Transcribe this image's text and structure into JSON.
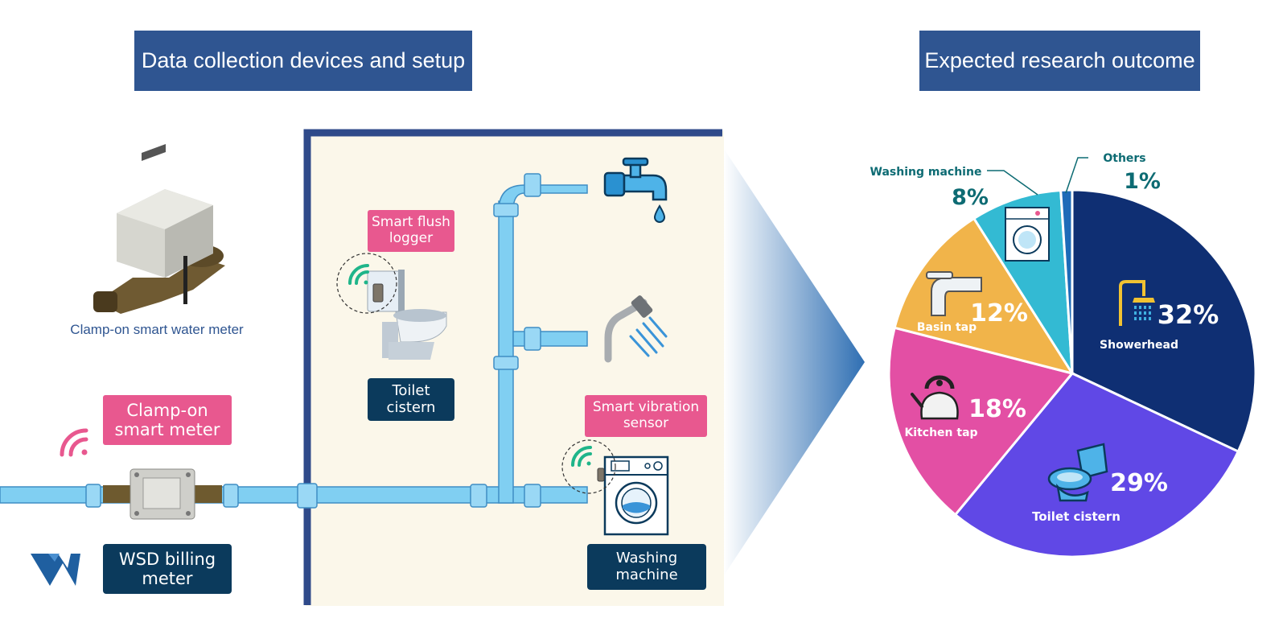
{
  "headers": {
    "left": "Data collection devices and setup",
    "right": "Expected research outcome"
  },
  "devices": {
    "meter_caption": "Clamp-on smart water meter",
    "clamp_tag": "Clamp-on smart meter",
    "billing_tag": "WSD billing meter",
    "flush_tag": "Smart flush logger",
    "toilet_tag": "Toilet cistern",
    "vibration_tag": "Smart vibration sensor",
    "washer_tag": "Washing machine"
  },
  "icons": [
    "water-meter-icon",
    "wifi-icon",
    "valve-meter-icon",
    "wsd-logo-icon",
    "toilet-icon",
    "tap-icon",
    "shower-icon",
    "washing-machine-icon",
    "kettle-icon"
  ],
  "colors": {
    "header": "#2f5591",
    "pink_tag": "#e8588f",
    "navy_tag": "#0b3a5c",
    "pipe": "#7fcdf0",
    "room_bg": "#fbf7ea"
  },
  "chart_data": {
    "type": "pie",
    "slices": [
      {
        "label": "Showerhead",
        "value": 32,
        "value_label": "32%",
        "color": "#0f2f73",
        "label_position": "inside"
      },
      {
        "label": "Toilet cistern",
        "value": 29,
        "value_label": "29%",
        "color": "#6048e6",
        "label_position": "inside"
      },
      {
        "label": "Kitchen tap",
        "value": 18,
        "value_label": "18%",
        "color": "#e34fa4",
        "label_position": "inside"
      },
      {
        "label": "Basin tap",
        "value": 12,
        "value_label": "12%",
        "color": "#f1b44a",
        "label_position": "inside"
      },
      {
        "label": "Washing machine",
        "value": 8,
        "value_label": "8%",
        "color": "#33bad3",
        "label_position": "outside"
      },
      {
        "label": "Others",
        "value": 1,
        "value_label": "1%",
        "color": "#1d6bb8",
        "label_position": "outside"
      }
    ]
  }
}
